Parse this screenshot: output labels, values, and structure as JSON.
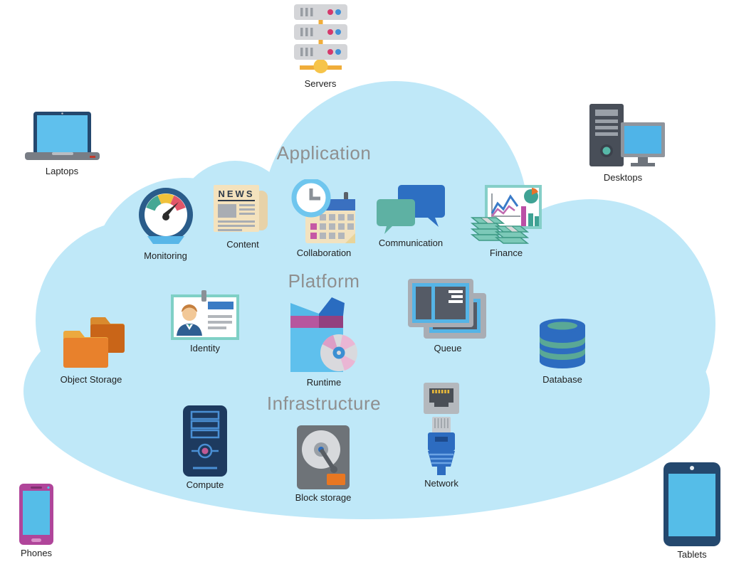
{
  "diagram": {
    "sections": {
      "application": {
        "label": "Application"
      },
      "platform": {
        "label": "Platform"
      },
      "infrastructure": {
        "label": "Infrastructure"
      }
    },
    "devices": {
      "servers": {
        "label": "Servers"
      },
      "laptops": {
        "label": "Laptops"
      },
      "desktops": {
        "label": "Desktops"
      },
      "phones": {
        "label": "Phones"
      },
      "tablets": {
        "label": "Tablets"
      }
    },
    "application_items": {
      "monitoring": {
        "label": "Monitoring"
      },
      "content": {
        "label": "Content",
        "icon_text": "NEWS"
      },
      "collaboration": {
        "label": "Collaboration"
      },
      "communication": {
        "label": "Communication"
      },
      "finance": {
        "label": "Finance"
      }
    },
    "platform_items": {
      "identity": {
        "label": "Identity"
      },
      "runtime": {
        "label": "Runtime"
      },
      "queue": {
        "label": "Queue"
      },
      "object_storage": {
        "label": "Object Storage"
      },
      "database": {
        "label": "Database"
      }
    },
    "infrastructure_items": {
      "compute": {
        "label": "Compute"
      },
      "block_storage": {
        "label": "Block storage"
      },
      "network": {
        "label": "Network"
      }
    },
    "colors": {
      "cloud": "#bfe8f8",
      "section_label": "#8f8f8f",
      "item_label": "#1f1f1f",
      "accent_blue": "#2d6cc0",
      "light_blue": "#5fc0ed",
      "teal": "#57b8a8",
      "orange": "#e8812c",
      "magenta": "#b5489c",
      "connector_orange": "#f0ad3a"
    }
  }
}
